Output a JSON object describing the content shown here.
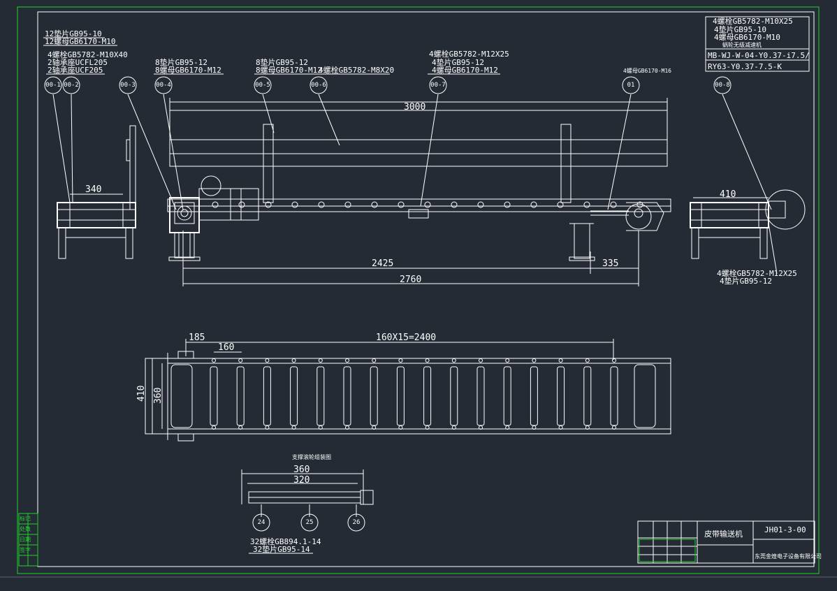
{
  "balloons": [
    "00-1",
    "00-2",
    "00-3",
    "00-4",
    "00-5",
    "00-6",
    "00-7",
    "01",
    "00-8",
    "24",
    "25",
    "26"
  ],
  "notes": {
    "n1a": "12垫片GB95-10",
    "n1b": "12螺母GB6170-M10",
    "n2a": "4螺栓GB5782-M10X40",
    "n2b": "2轴承座UCFL205",
    "n2c": "2轴承座UCF205",
    "n3a": "8垫片GB95-12",
    "n3b": "8螺母GB6170-M12",
    "n4a": "8垫片GB95-12",
    "n4b": "8螺母GB6170-M12",
    "n4c": "4螺栓GB5782-M8X20",
    "n5a": "4螺栓GB5782-M12X25",
    "n5b": "4垫片GB95-12",
    "n5c": "4螺母GB6170-M12",
    "n6a": "4螺母GB6170-M16",
    "tr1": "4螺栓GB5782-M10X25",
    "tr2": "4垫片GB95-10",
    "tr3": "4螺母GB6170-M10",
    "tr4": "蜗轮无级减速机",
    "tr5": "MB-WJ-W-04-Y0.37-i7.5/",
    "tr6": "RY63-Y0.37-7.5-K",
    "br1": "4螺栓GB5782-M12X25",
    "br2": "4垫片GB95-12",
    "bot1": "32螺栓GB894.1-14",
    "bot2": "32垫片GB95-14",
    "small_title": "支撑滚轮组装图"
  },
  "dims": {
    "d3000": "3000",
    "d340": "340",
    "d410a": "410",
    "d2425": "2425",
    "d335": "335",
    "d2760": "2760",
    "d185": "185",
    "d160": "160",
    "d2400": "160X15=2400",
    "d410b": "410",
    "d360v": "360",
    "d360": "360",
    "d320": "320"
  },
  "title_block": {
    "name": "皮带输送机",
    "drawing_no": "JH01-3-00",
    "company": "东莞金煌电子设备有限公司"
  },
  "side_strip": [
    "标记",
    "处数",
    "日期",
    "签字"
  ],
  "colors": {
    "background": "#242b35",
    "line": "#ffffff",
    "border": "#22d32a"
  }
}
